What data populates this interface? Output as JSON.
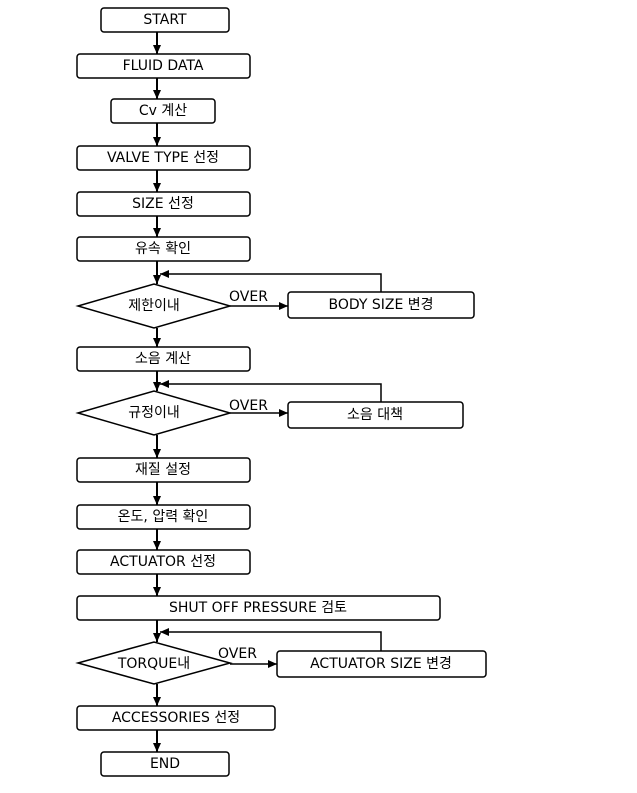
{
  "flowchart": {
    "steps": {
      "start": "START",
      "fluid_data": "FLUID DATA",
      "cv_calc": "Cv  계산",
      "valve_type": "VALVE TYPE  선정",
      "size_select": "SIZE  선정",
      "flow_check": "유속 확인",
      "noise_calc": "소음 계산",
      "material": "재질 설정",
      "temp_pressure": "온도, 압력 확인",
      "actuator": "ACTUATOR 선정",
      "shutoff": "SHUT OFF PRESSURE  검토",
      "accessories": "ACCESSORIES 선정",
      "end": "END"
    },
    "decisions": {
      "limit": "제한이내",
      "regulation": "규정이내",
      "torque": "TORQUE내"
    },
    "side_actions": {
      "body_size": "BODY SIZE 변경",
      "noise_measure": "소음 대책",
      "actuator_size": "ACTUATOR SIZE 변경"
    },
    "branch_label": "OVER"
  }
}
